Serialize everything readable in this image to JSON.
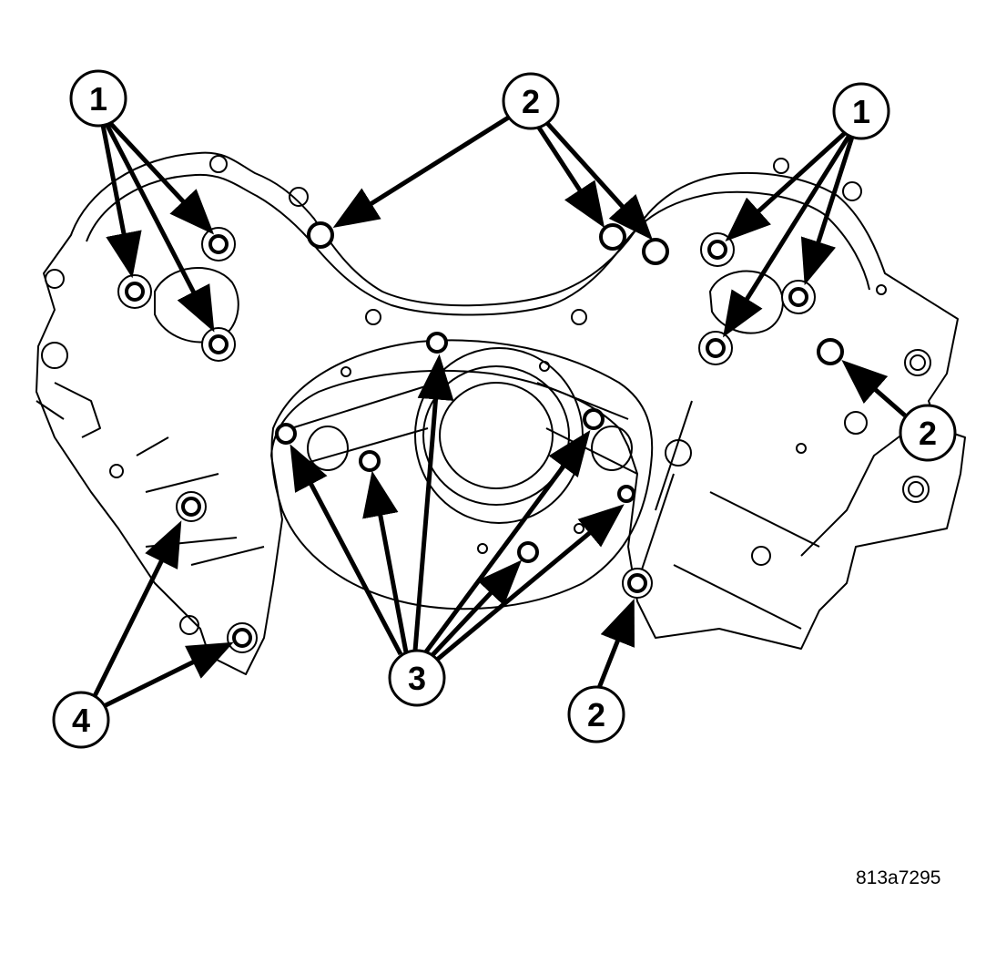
{
  "figure_id": "813a7295",
  "colors": {
    "outline": "#000000",
    "background": "#ffffff",
    "arrow": "#000000"
  },
  "callouts": [
    {
      "id": "c1-left",
      "label": "1"
    },
    {
      "id": "c2-top",
      "label": "2"
    },
    {
      "id": "c1-right",
      "label": "1"
    },
    {
      "id": "c2-right",
      "label": "2"
    },
    {
      "id": "c4",
      "label": "4"
    },
    {
      "id": "c3",
      "label": "3"
    },
    {
      "id": "c2-bottom",
      "label": "2"
    }
  ]
}
